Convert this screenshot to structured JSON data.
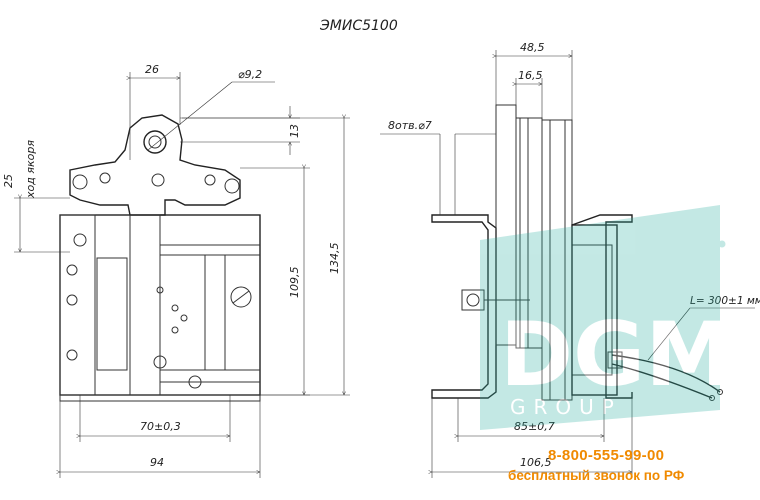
{
  "title": "ЭМИС5100",
  "colors": {
    "line": "#333333",
    "hatch": "#666666",
    "accent": "#f08a00",
    "watermark": "#2bb0a0"
  },
  "dimensions": {
    "d26": "26",
    "d92": "⌀9,2",
    "d13": "13",
    "d25": "25",
    "anchor_travel": "ход якоря",
    "d1095": "109,5",
    "d1345": "134,5",
    "d70": "70±0,3",
    "d94": "94",
    "d485": "48,5",
    "d165": "16,5",
    "hole": "8отв.⌀7",
    "lead": "L= 300±1 мм",
    "d85": "85±0,7",
    "d1065": "106,5"
  },
  "watermark": {
    "logo": "DGM",
    "sub": "GROUP"
  },
  "contact": {
    "phone": "8-800-555-99-00",
    "note": "бесплатный звонок по РФ"
  }
}
